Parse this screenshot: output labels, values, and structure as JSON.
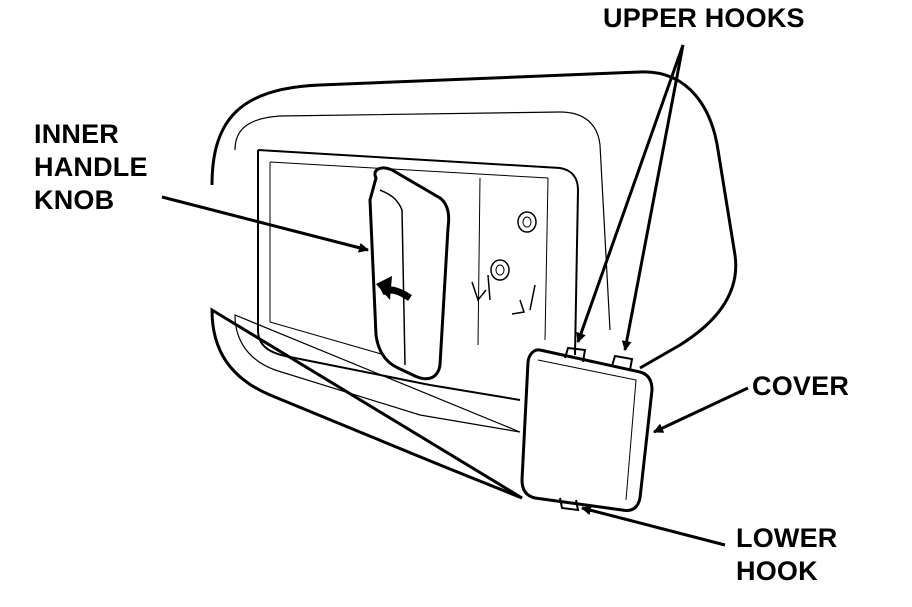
{
  "labels": {
    "upper_hooks": "UPPER HOOKS",
    "inner_handle_knob": [
      "INNER",
      "HANDLE",
      "KNOB"
    ],
    "cover": "COVER",
    "lower_hook": [
      "LOWER",
      "HOOK"
    ]
  },
  "colors": {
    "line": "#000000",
    "background": "#ffffff"
  }
}
